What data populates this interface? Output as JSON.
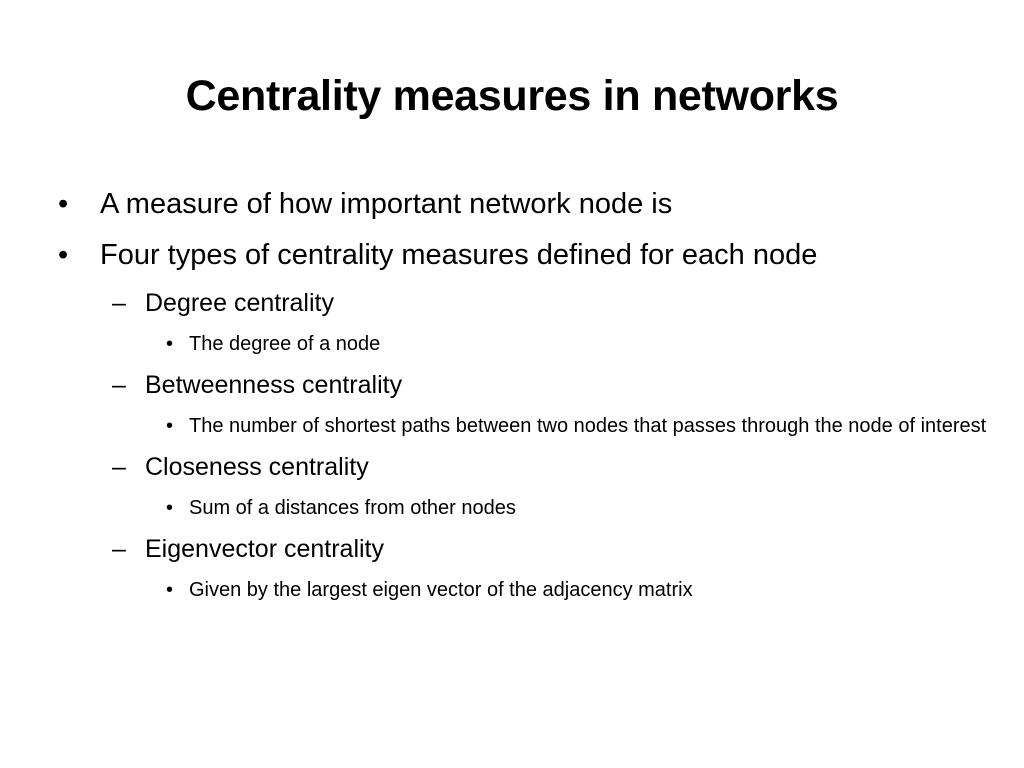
{
  "slide": {
    "title": "Centrality measures in networks",
    "items": [
      {
        "level": 1,
        "marker": "•",
        "text": "A measure of how important network node is"
      },
      {
        "level": 1,
        "marker": "•",
        "text": "Four types of centrality measures defined for each node"
      },
      {
        "level": 2,
        "marker": "–",
        "text": "Degree centrality"
      },
      {
        "level": 3,
        "marker": "•",
        "text": "The degree of a node"
      },
      {
        "level": 2,
        "marker": "–",
        "text": "Betweenness centrality"
      },
      {
        "level": 3,
        "marker": "•",
        "text": "The number of shortest paths between two nodes that passes through the node of interest"
      },
      {
        "level": 2,
        "marker": "–",
        "text": "Closeness centrality"
      },
      {
        "level": 3,
        "marker": "•",
        "text": "Sum of a distances from other nodes"
      },
      {
        "level": 2,
        "marker": "–",
        "text": "Eigenvector centrality"
      },
      {
        "level": 3,
        "marker": "•",
        "text": "Given by the largest eigen vector of the adjacency matrix"
      }
    ]
  }
}
